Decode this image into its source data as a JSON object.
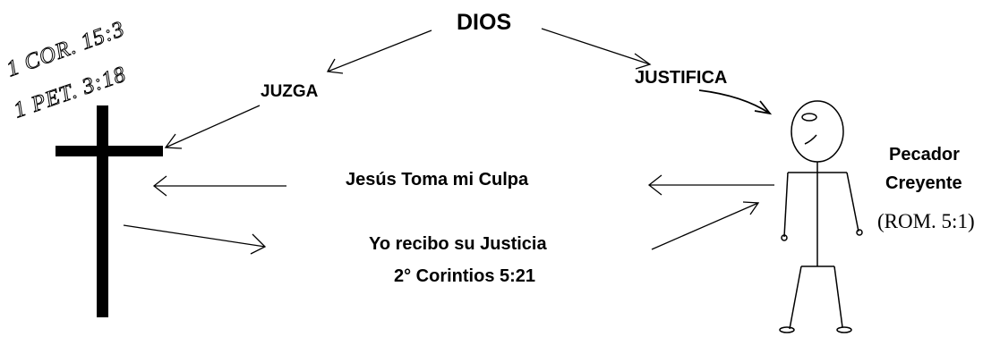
{
  "labels": {
    "top": "DIOS",
    "judges": "JUZGA",
    "justifies": "JUSTIFICA",
    "guilt": "Jesús Toma mi Culpa",
    "receive": "Yo recibo su Justicia",
    "reference_main": "2° Corintios 5:21",
    "sinner_line1": "Pecador",
    "sinner_line2": "Creyente",
    "sinner_reference": "(ROM. 5:1)",
    "cross_ref_1": "1 COR. 15:3",
    "cross_ref_2": "1 PET. 3:18"
  },
  "colors": {
    "ink": "#000000",
    "background": "#ffffff"
  }
}
